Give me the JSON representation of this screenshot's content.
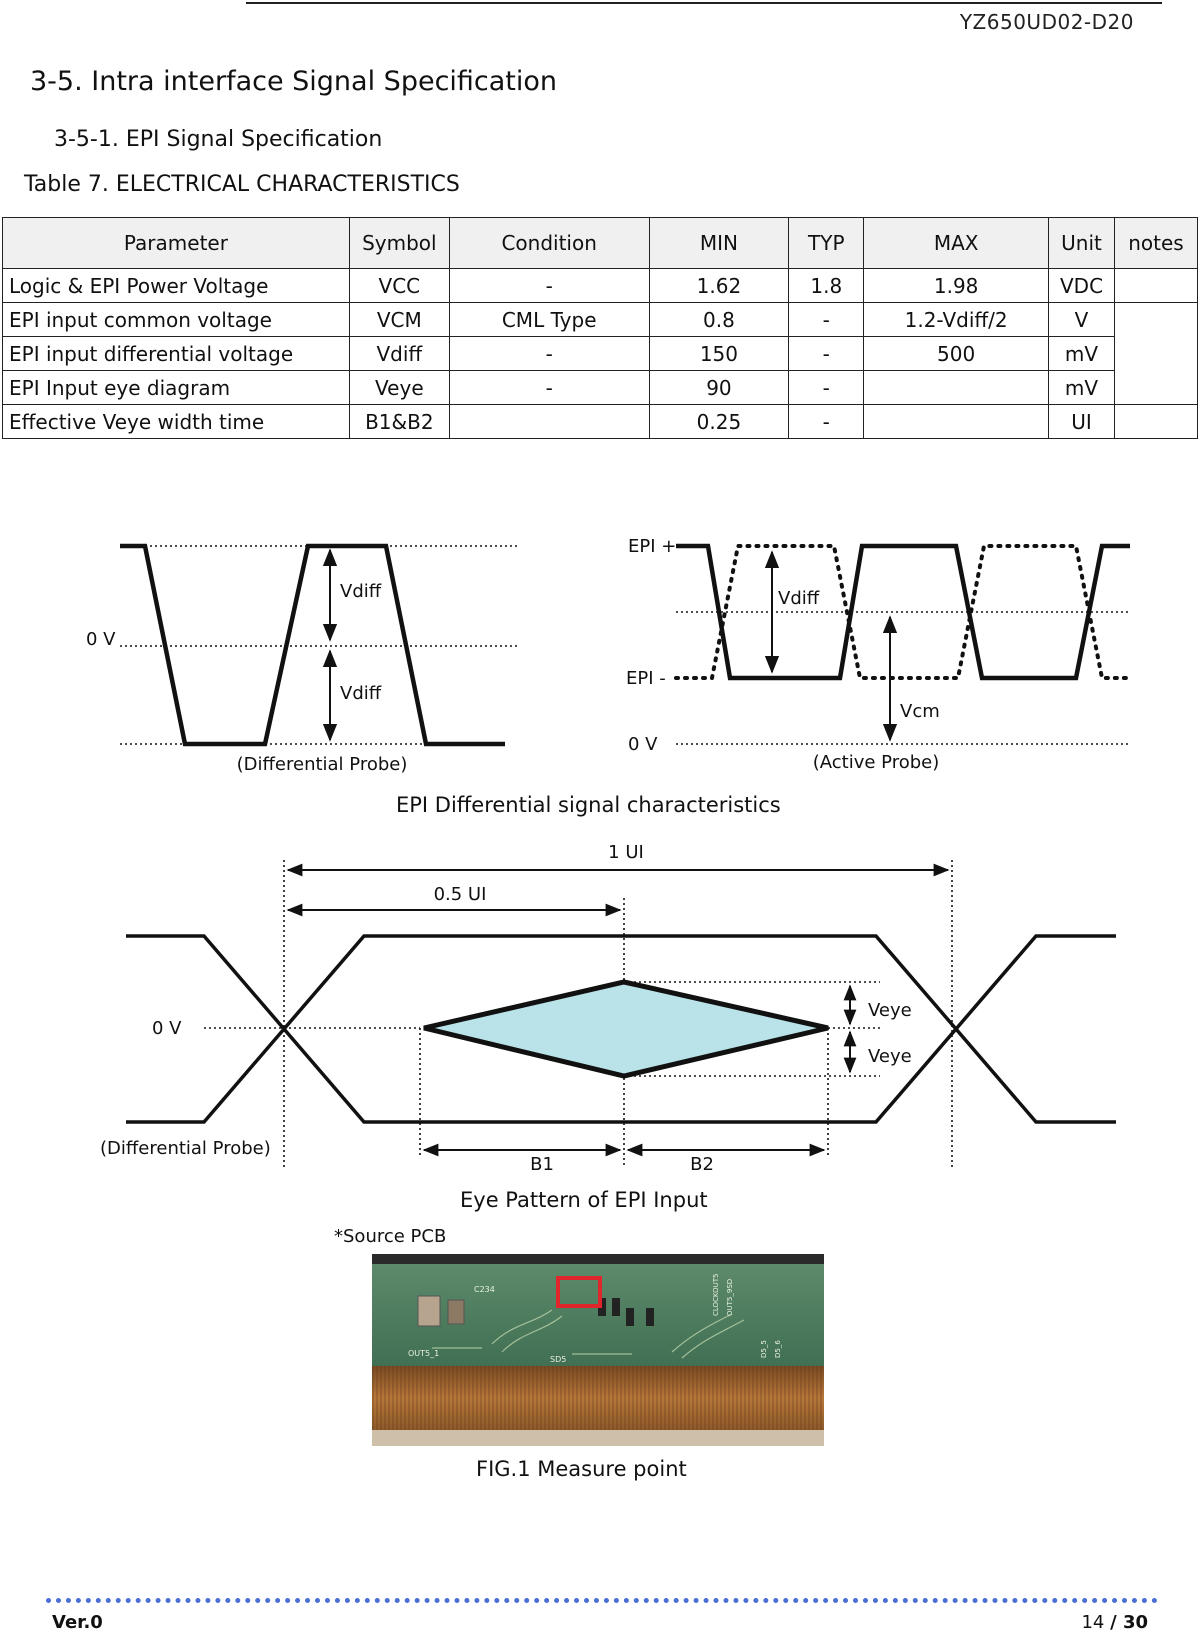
{
  "header": {
    "doc_id": "YZ650UD02-D20"
  },
  "section_title": "3-5. Intra interface Signal Specification",
  "subsection_title": "3-5-1. EPI  Signal Specification",
  "table_caption": "Table 7.  ELECTRICAL CHARACTERISTICS",
  "table": {
    "headers": [
      "Parameter",
      "Symbol",
      "Condition",
      "MIN",
      "TYP",
      "MAX",
      "Unit",
      "notes"
    ],
    "rows": [
      [
        "Logic & EPI Power Voltage",
        "VCC",
        "-",
        "1.62",
        "1.8",
        "1.98",
        "VDC",
        ""
      ],
      [
        "EPI input common voltage",
        "VCM",
        "CML Type",
        "0.8",
        "-",
        "1.2-Vdiff/2",
        "V",
        ""
      ],
      [
        "EPI input differential voltage",
        "Vdiff",
        "-",
        "150",
        "-",
        "500",
        "mV",
        ""
      ],
      [
        "EPI Input eye diagram",
        "Veye",
        "-",
        "90",
        "-",
        "",
        "mV",
        ""
      ],
      [
        "Effective Veye width time",
        "B1&B2",
        "",
        "0.25",
        "-",
        "",
        "UI",
        ""
      ]
    ]
  },
  "diagram1": {
    "zero_label": "0 V",
    "vdiff_label": "Vdiff",
    "probe_label": "(Differential Probe)"
  },
  "diagram2": {
    "epi_plus": "EPI +",
    "epi_minus": "EPI -",
    "zero_label": "0 V",
    "vdiff_label": "Vdiff",
    "vcm_label": "Vcm",
    "probe_label": "(Active Probe)"
  },
  "diagram_caption": "EPI Differential signal characteristics",
  "eye": {
    "one_ui": "1 UI",
    "half_ui": "0.5 UI",
    "zero_label": "0 V",
    "veye_label": "Veye",
    "probe_label": "(Differential Probe)",
    "b1": "B1",
    "b2": "B2",
    "fill_color": "#b9e3e8"
  },
  "eye_caption": "Eye Pattern of EPI Input",
  "pcb_label": "*Source PCB",
  "pcb_marks": [
    "C234",
    "OUT5_1",
    "SD5",
    "CLOCKOUT5",
    "OUT5_9SD",
    "D5_5",
    "D5_6"
  ],
  "fig_caption": "FIG.1   Measure point",
  "footer": {
    "version": "Ver.0",
    "page": "14",
    "total": "/ 30"
  },
  "colors": {
    "dots": "#4a6fd4",
    "marker": "#e0262b"
  }
}
